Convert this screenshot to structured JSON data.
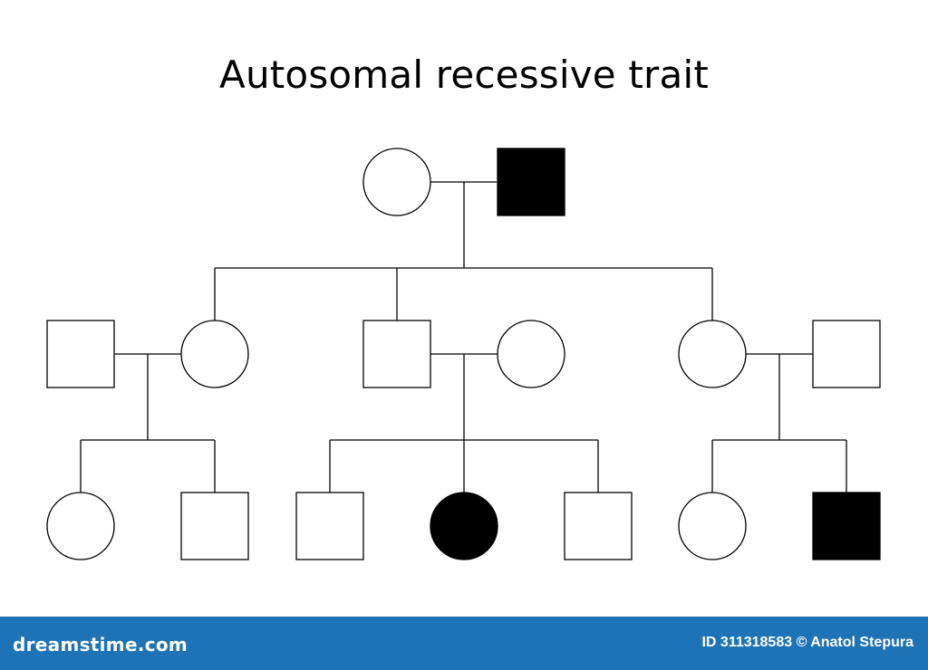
{
  "title": "Autosomal recessive trait",
  "colors": {
    "affected": "#000000",
    "unaffected": "#ffffff",
    "line": "#000000",
    "footer": "#1e73b6"
  },
  "individuals": [
    {
      "id": "I-1",
      "sex": "female",
      "affected": false
    },
    {
      "id": "I-2",
      "sex": "male",
      "affected": true
    },
    {
      "id": "II-1",
      "sex": "male",
      "affected": false
    },
    {
      "id": "II-2",
      "sex": "female",
      "affected": false
    },
    {
      "id": "II-3",
      "sex": "male",
      "affected": false
    },
    {
      "id": "II-4",
      "sex": "female",
      "affected": false
    },
    {
      "id": "II-5",
      "sex": "female",
      "affected": false
    },
    {
      "id": "II-6",
      "sex": "male",
      "affected": false
    },
    {
      "id": "III-1",
      "sex": "female",
      "affected": false
    },
    {
      "id": "III-2",
      "sex": "male",
      "affected": false
    },
    {
      "id": "III-3",
      "sex": "male",
      "affected": false
    },
    {
      "id": "III-4",
      "sex": "female",
      "affected": true
    },
    {
      "id": "III-5",
      "sex": "male",
      "affected": false
    },
    {
      "id": "III-6",
      "sex": "female",
      "affected": false
    },
    {
      "id": "III-7",
      "sex": "male",
      "affected": true
    }
  ],
  "footer": {
    "brand": "dreamstime.com",
    "credit": "ID 311318583 © Anatol Stepura"
  }
}
